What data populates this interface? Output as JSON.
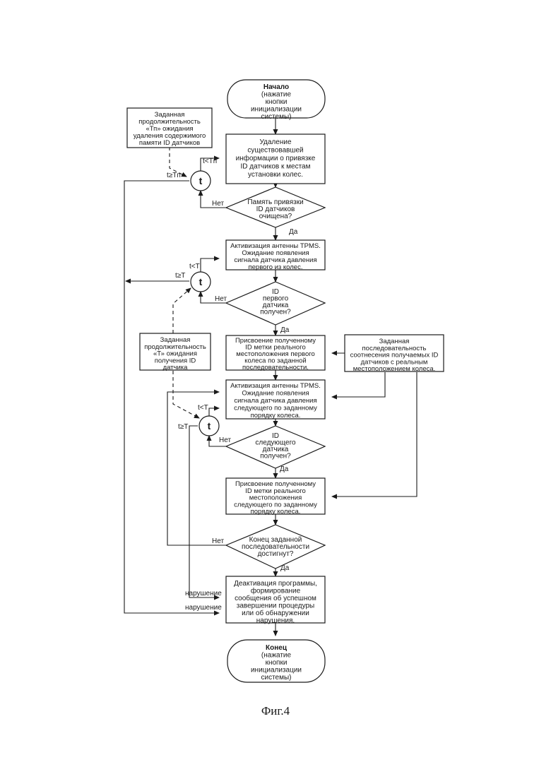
{
  "start": {
    "title": "Начало",
    "lines": [
      "(нажатие",
      "кнопки",
      "инициализации",
      "системы)"
    ]
  },
  "end": {
    "title": "Конец",
    "lines": [
      "(нажатие",
      "кнопки",
      "инициализации",
      "системы)"
    ]
  },
  "param_tn": [
    "Заданная",
    "продолжительность",
    "«Тп» ожидания",
    "удаления содержимого",
    "памяти ID датчиков"
  ],
  "param_t": [
    "Заданная",
    "продолжительность",
    "«Т» ожидания",
    "получения ID",
    "датчика"
  ],
  "param_seq": [
    "Заданная",
    "последовательность",
    "соотнесения получаемых ID",
    "датчиков с реальным",
    "местоположением колеса."
  ],
  "process_delete": [
    "Удаление",
    "существовавшей",
    "информации о привязке",
    "ID датчиков к местам",
    "установки колес."
  ],
  "process_activate1": [
    "Активизация антенны TPMS.",
    "Ожидание появления",
    "сигнала датчика давления",
    "первого из колес."
  ],
  "process_assign1": [
    "Присвоение полученному",
    "ID метки реального",
    "местоположения первого",
    "колеса по заданной",
    "последовательности."
  ],
  "process_activate2": [
    "Активизация антенны TPMS.",
    "Ожидание появления",
    "сигнала датчика давления",
    "следующего по заданному",
    "порядку колеса."
  ],
  "process_assign2": [
    "Присвоение полученному",
    "ID метки реального",
    "местоположения",
    "следующего по заданному",
    "порядку колеса."
  ],
  "process_final": [
    "Деактивация программы,",
    "формирование",
    "сообщения об успешном",
    "завершении процедуры",
    "или об обнаружении",
    "нарушения."
  ],
  "decision_memory": [
    "Память привязки",
    "ID датчиков",
    "очищена?"
  ],
  "decision_first": [
    "ID",
    "первого",
    "датчика",
    "получен?"
  ],
  "decision_next": [
    "ID",
    "следующего",
    "датчика",
    "получен?"
  ],
  "decision_end": [
    "Конец заданной",
    "последовательности",
    "достигнут?"
  ],
  "timers": [
    "t",
    "t",
    "t"
  ],
  "labels": {
    "yes": "Да",
    "no": "Нет",
    "lt_tn": "t<Tп",
    "ge_tn": "t≥Tп",
    "lt_t": "t<T",
    "ge_t": "t≥T",
    "violation": "нарушение"
  },
  "caption": "Фиг.4"
}
